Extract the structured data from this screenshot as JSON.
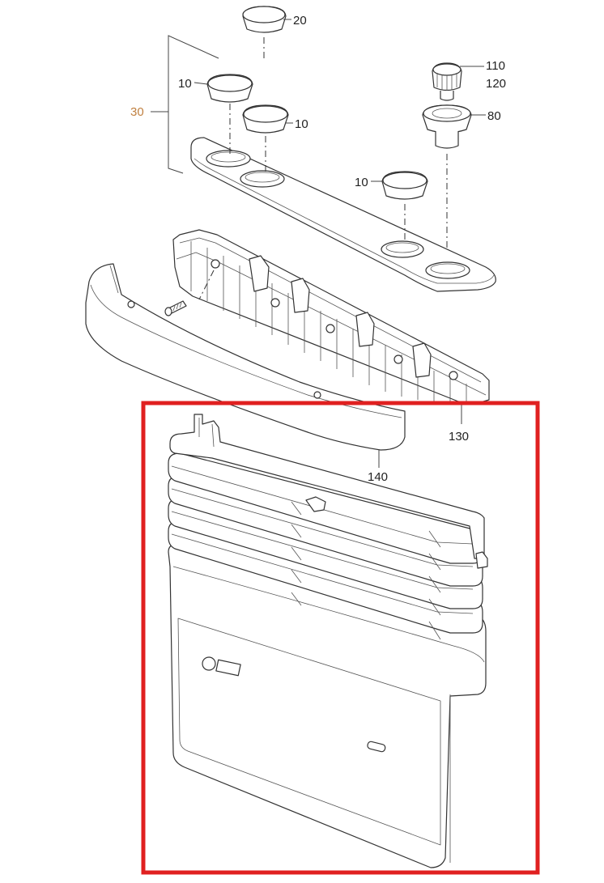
{
  "diagram": {
    "labels": {
      "p20": "20",
      "p10a": "10",
      "p10b": "10",
      "p10c": "10",
      "p30": "30",
      "p110": "110",
      "p120": "120",
      "p80": "80",
      "p130": "130",
      "p140": "140"
    },
    "colors": {
      "line": "#333333",
      "label_30": "#c08040",
      "highlight": "#e02020",
      "background": "#ffffff"
    }
  }
}
